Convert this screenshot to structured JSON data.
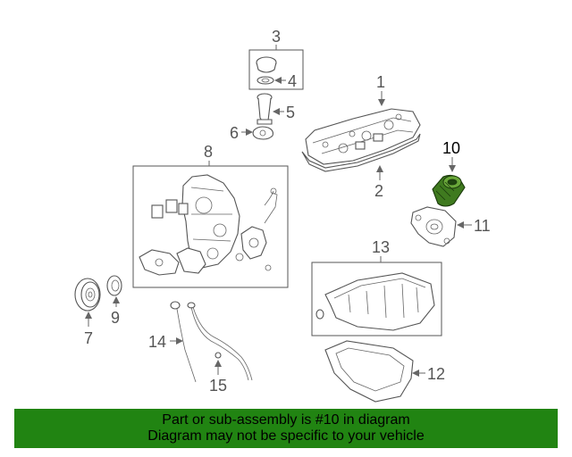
{
  "diagram": {
    "callouts": [
      {
        "id": "1",
        "label": "1"
      },
      {
        "id": "2",
        "label": "2"
      },
      {
        "id": "3",
        "label": "3"
      },
      {
        "id": "4",
        "label": "4"
      },
      {
        "id": "5",
        "label": "5"
      },
      {
        "id": "6",
        "label": "6"
      },
      {
        "id": "7",
        "label": "7"
      },
      {
        "id": "8",
        "label": "8"
      },
      {
        "id": "9",
        "label": "9"
      },
      {
        "id": "10",
        "label": "10"
      },
      {
        "id": "11",
        "label": "11"
      },
      {
        "id": "12",
        "label": "12"
      },
      {
        "id": "13",
        "label": "13"
      },
      {
        "id": "14",
        "label": "14"
      },
      {
        "id": "15",
        "label": "15"
      }
    ],
    "highlighted_part": "10",
    "highlight_color": "#3f7a1f"
  },
  "banner": {
    "line1": "Part or sub-assembly is #10 in diagram",
    "line2": "Diagram may not be specific to your vehicle",
    "color": "#218412"
  }
}
